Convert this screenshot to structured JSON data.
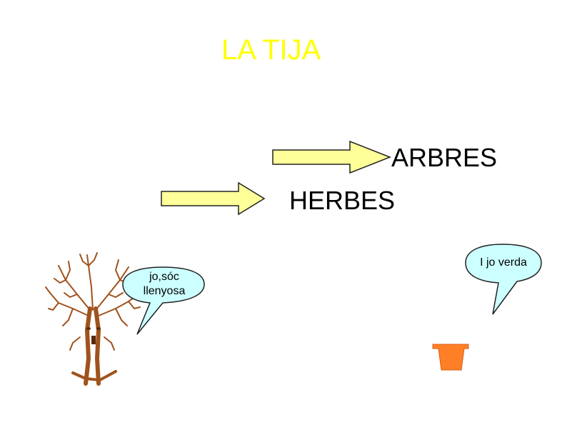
{
  "slide": {
    "title": "LA TIJA",
    "categories": [
      {
        "label": "ARBRES"
      },
      {
        "label": "HERBES"
      }
    ],
    "bubbles": [
      {
        "text_line1": "jo,sóc",
        "text_line2": "llenyosa"
      },
      {
        "text": "I jo verda"
      }
    ]
  },
  "colors": {
    "title": "#ffff00",
    "arrow_fill": "#ffff99",
    "bubble_fill": "#ccffff",
    "tree": "#a0521c",
    "pot": "#ff7f27"
  },
  "icons": [
    "arrow-right-icon",
    "speech-bubble-icon",
    "tree-icon",
    "flower-pot-icon"
  ]
}
